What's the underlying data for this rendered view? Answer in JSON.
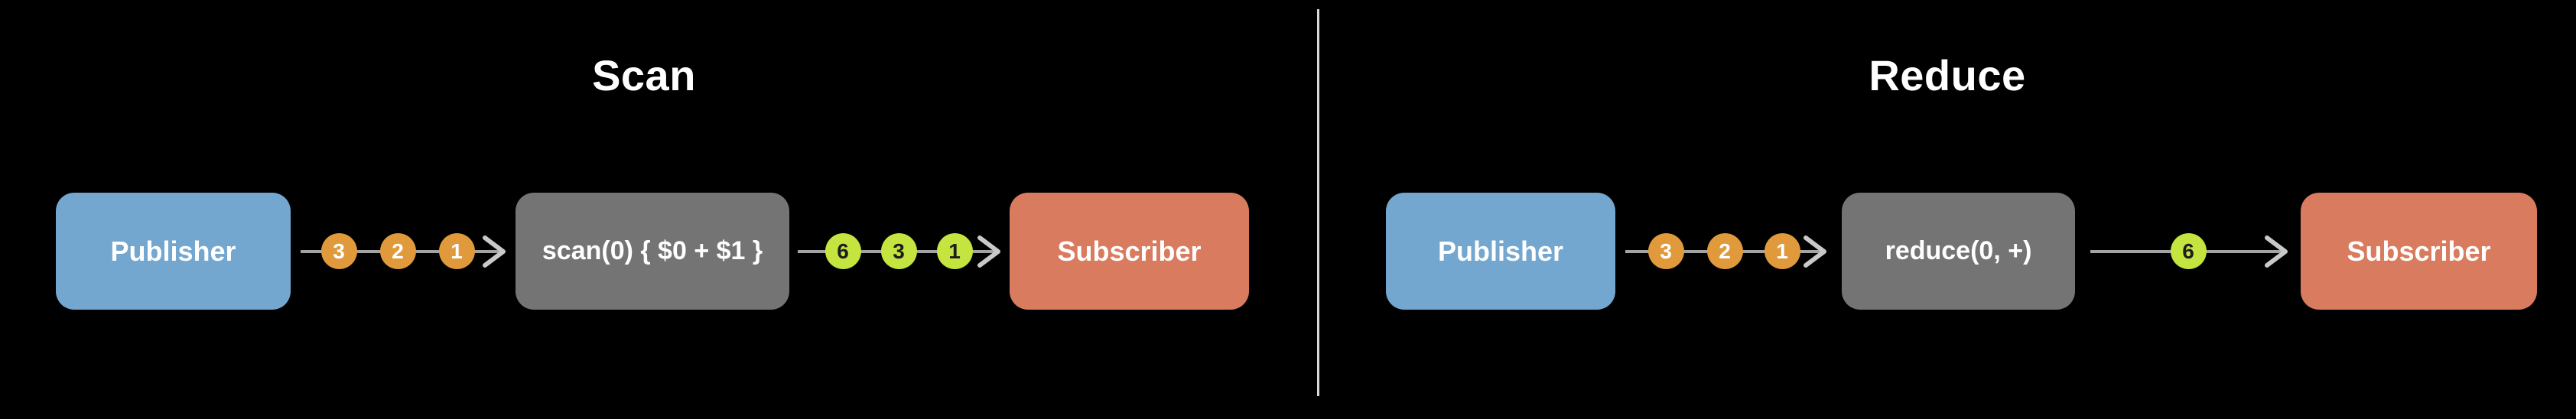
{
  "colors": {
    "background": "#000000",
    "publisher": "#74A7CF",
    "operator": "#747474",
    "subscriber": "#D97B5F",
    "marble_orange": "#E09A3C",
    "marble_green": "#C4E43F",
    "marble_text_orange": "#FFFFFF",
    "marble_text_green": "#1D1D1D",
    "line": "#A3A3A3",
    "arrowhead": "#C9C9C9",
    "divider": "#D9D9D9",
    "title_text": "#FFFFFF"
  },
  "panels": [
    {
      "title": "Scan",
      "publisher_label": "Publisher",
      "operator_label": "scan(0) { $0 + $1 }",
      "subscriber_label": "Subscriber",
      "input_marbles": [
        "3",
        "2",
        "1"
      ],
      "output_marbles": [
        "6",
        "3",
        "1"
      ]
    },
    {
      "title": "Reduce",
      "publisher_label": "Publisher",
      "operator_label": "reduce(0, +)",
      "subscriber_label": "Subscriber",
      "input_marbles": [
        "3",
        "2",
        "1"
      ],
      "output_marbles": [
        "6"
      ]
    }
  ]
}
